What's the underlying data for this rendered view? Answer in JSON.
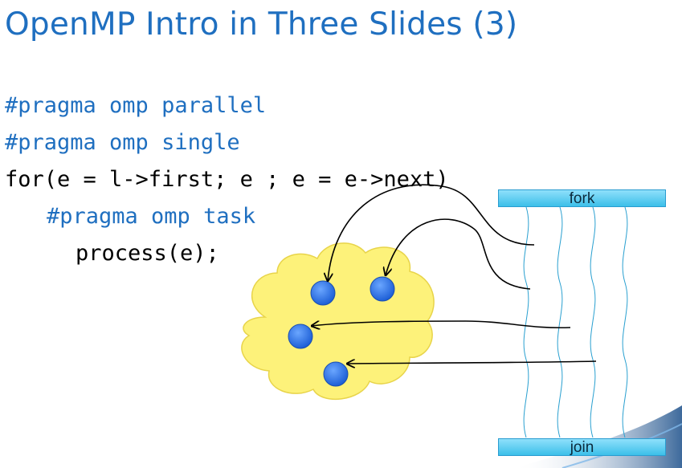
{
  "slide": {
    "title": "OpenMP Intro in Three Slides (3)",
    "code_lines": [
      "#pragma omp parallel",
      "#pragma omp single",
      "for(e = l->first; e ; e = e->next)",
      "#pragma omp task",
      "process(e);"
    ]
  },
  "diagram": {
    "fork_label": "fork",
    "join_label": "join",
    "task_pool_color": "#fdf27a",
    "task_dot_color": "#2f6fe0",
    "bar_color": "#58c8f0",
    "thread_line_color": "#2aa0d0"
  }
}
